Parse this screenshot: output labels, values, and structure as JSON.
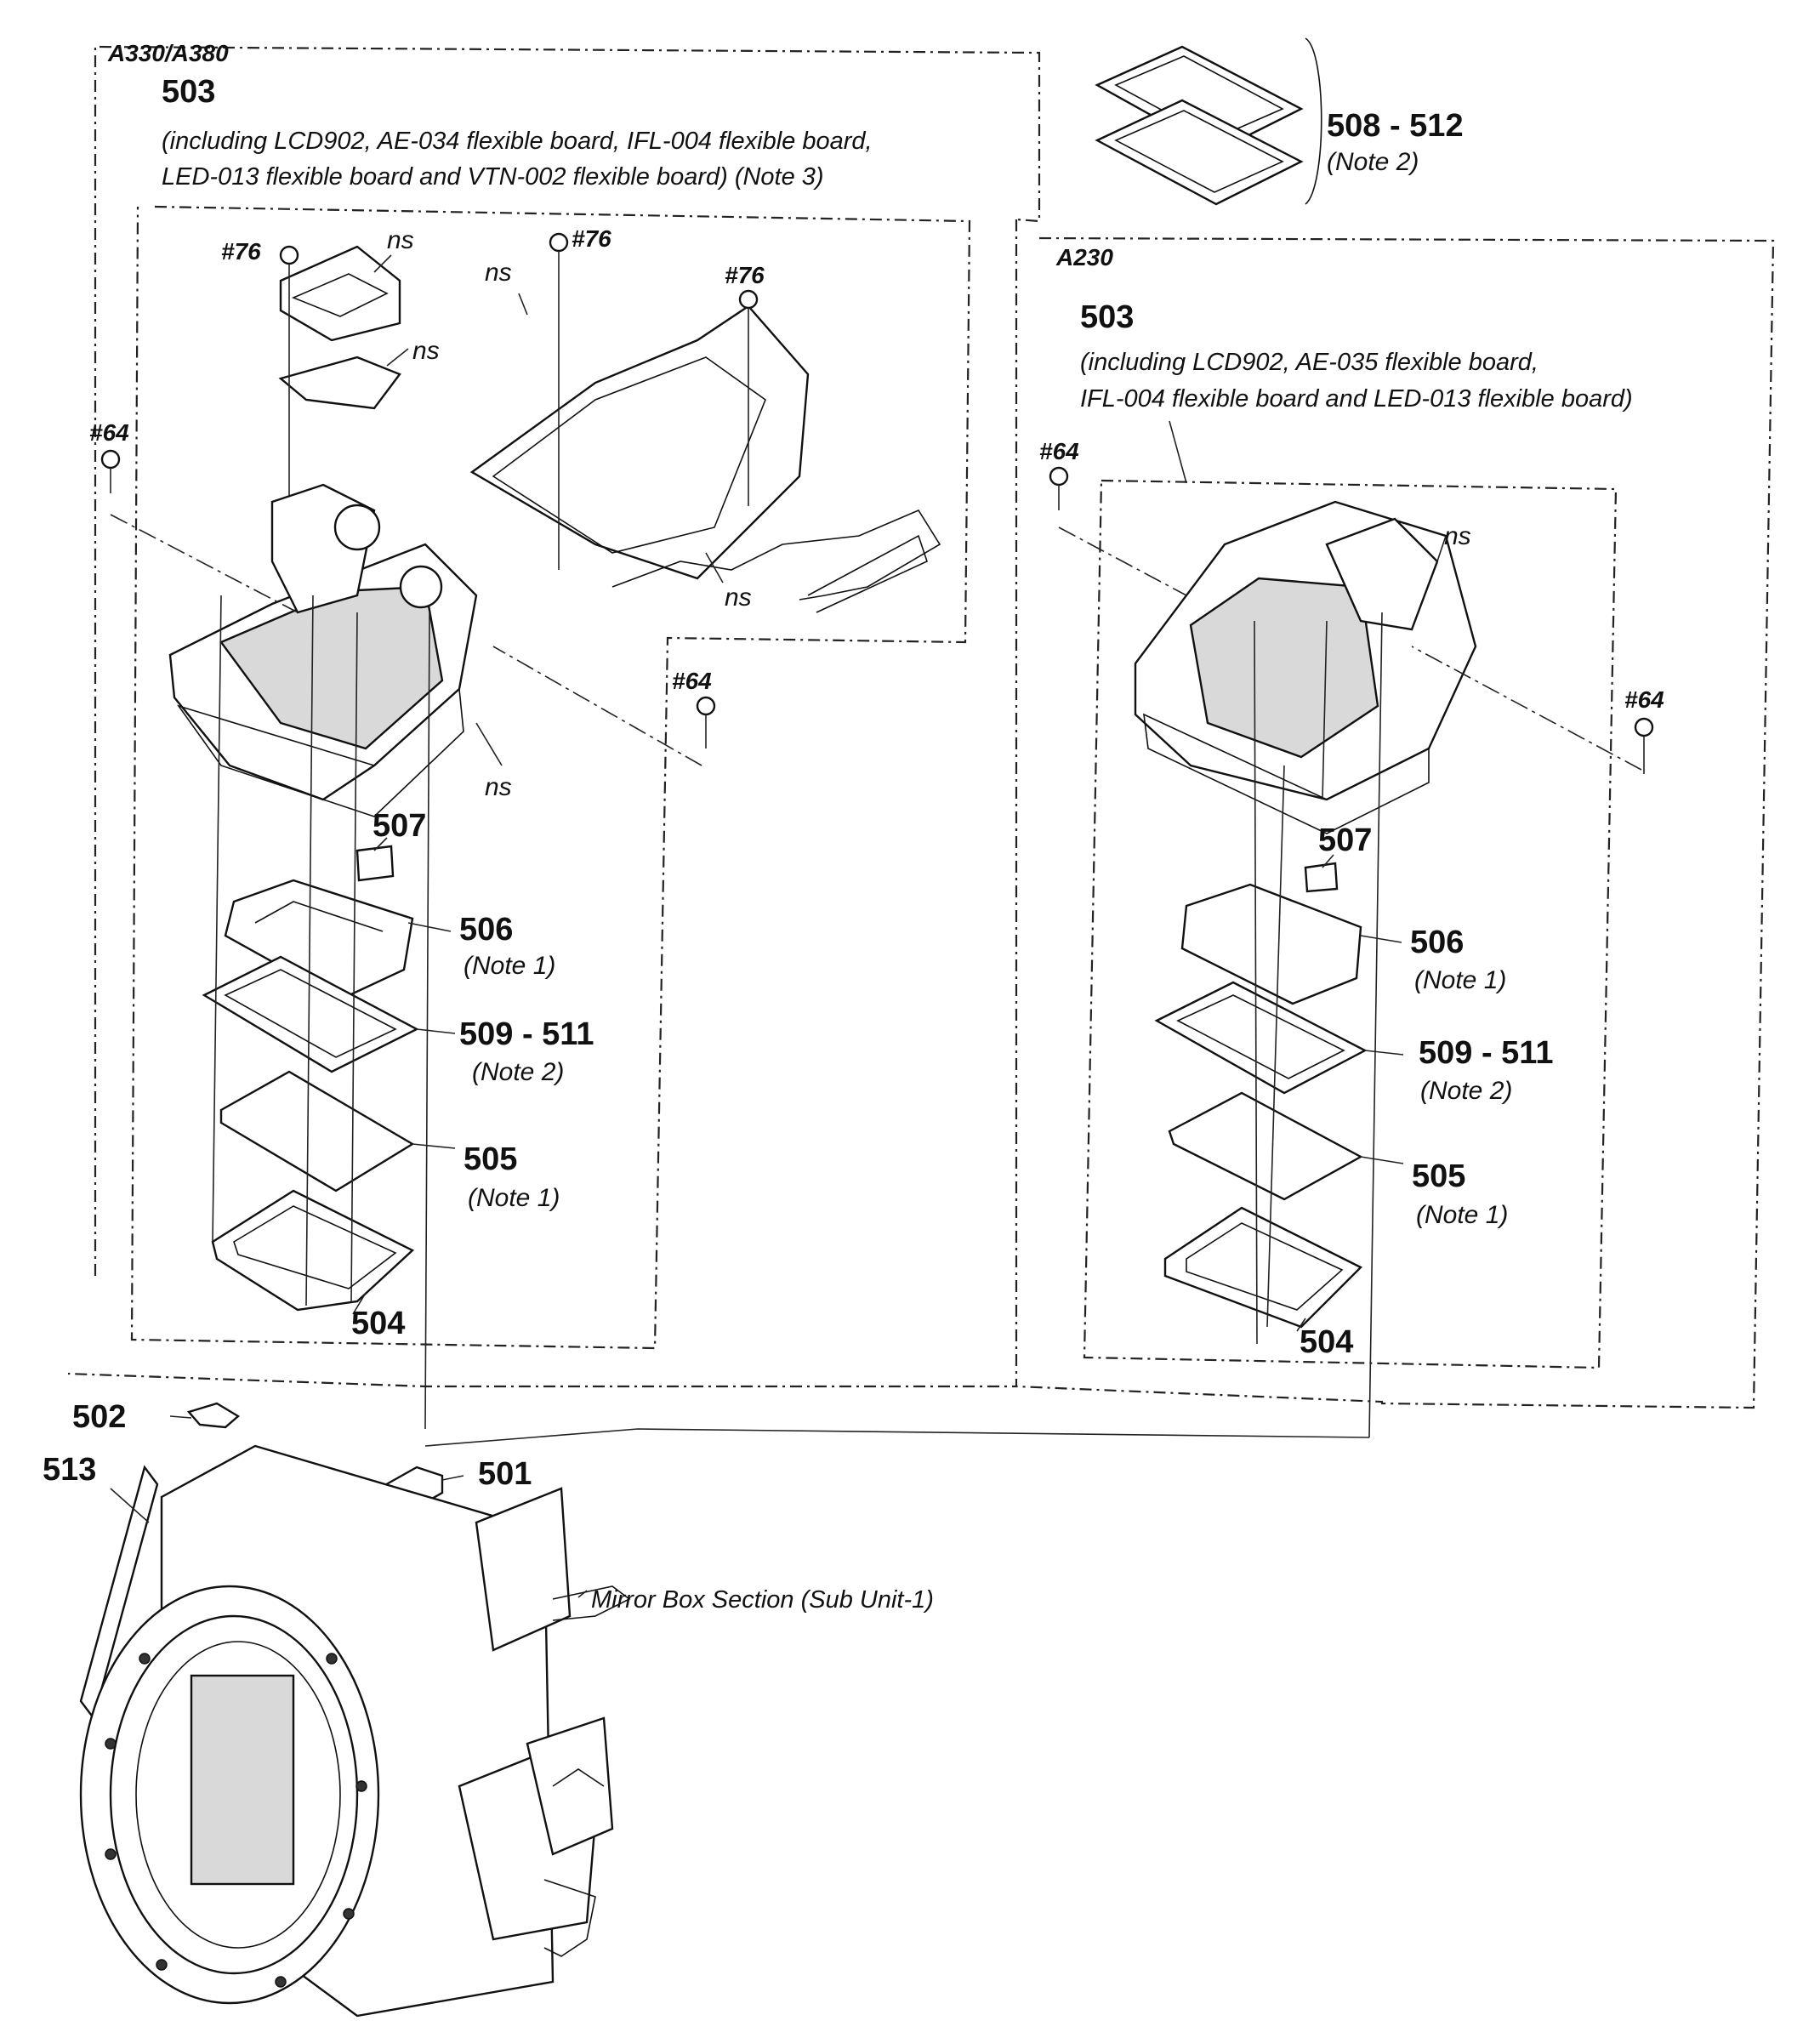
{
  "left_group": {
    "models": "A330/A380",
    "part_503": "503",
    "part_503_desc_line1": "(including LCD902, AE-034 flexible board, IFL-004 flexible board,",
    "part_503_desc_line2": "LED-013 flexible board and VTN-002 flexible board) (Note 3)",
    "screw_76_a": "#76",
    "screw_76_b": "#76",
    "screw_76_c": "#76",
    "screw_64_a": "#64",
    "screw_64_b": "#64",
    "ns_1": "ns",
    "ns_2": "ns",
    "ns_3": "ns",
    "ns_4": "ns",
    "ns_5": "ns",
    "part_507": "507",
    "part_506": "506",
    "note_506": "(Note 1)",
    "part_509_511": "509 - 511",
    "note_509_511": "(Note 2)",
    "part_505": "505",
    "note_505": "(Note 1)",
    "part_504": "504"
  },
  "top_right": {
    "part_508_512": "508 - 512",
    "note_508_512": "(Note 2)"
  },
  "right_group": {
    "models": "A230",
    "part_503": "503",
    "part_503_desc_line1": "(including LCD902, AE-035 flexible board,",
    "part_503_desc_line2": "IFL-004 flexible board and LED-013 flexible board)",
    "screw_64_a": "#64",
    "screw_64_b": "#64",
    "ns_1": "ns",
    "part_507": "507",
    "part_506": "506",
    "note_506": "(Note 1)",
    "part_509_511": "509 - 511",
    "note_509_511": "(Note 2)",
    "part_505": "505",
    "note_505": "(Note 1)",
    "part_504": "504"
  },
  "bottom": {
    "part_502": "502",
    "part_501": "501",
    "part_513": "513",
    "section_label": "Mirror Box Section (Sub Unit-1)"
  }
}
